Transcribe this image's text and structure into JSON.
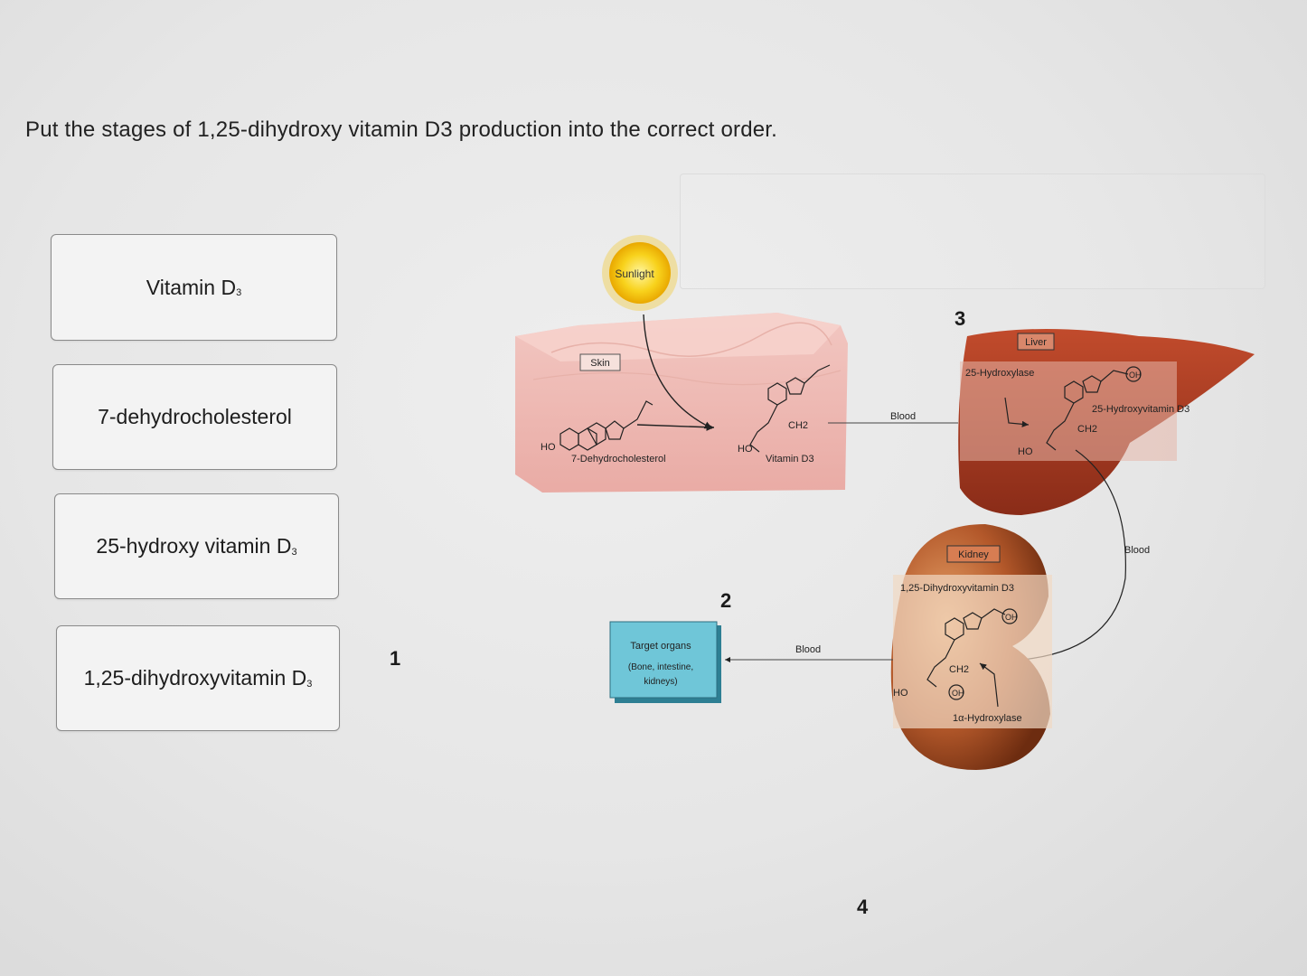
{
  "question": "Put the stages of 1,25-dihydroxy vitamin D3 production into the correct order.",
  "cards": [
    {
      "label": "Vitamin D",
      "sub": "3"
    },
    {
      "label": "7-dehydrocholesterol",
      "sub": ""
    },
    {
      "label": "25-hydroxy vitamin D",
      "sub": "3"
    },
    {
      "label": "1,25-dihydroxyvitamin D",
      "sub": "3"
    }
  ],
  "slots": [
    "1",
    "2",
    "3",
    "4"
  ],
  "diagram": {
    "sunlight": "Sunlight",
    "skin": "Skin",
    "ho": "HO",
    "dehydro": "7-Dehydrocholesterol",
    "vitd3": "Vitamin D3",
    "ch2": "CH2",
    "blood": "Blood",
    "liver": "Liver",
    "hydroxylase25": "25-Hydroxylase",
    "hydroxyvitd3": "25-Hydroxyvitamin D3",
    "oh": "OH",
    "kidney": "Kidney",
    "dihydroxyvitd3": "1,25-Dihydroxyvitamin D3",
    "alpha_hydroxylase": "1α-Hydroxylase",
    "target_title": "Target organs",
    "target_line1": "(Bone, intestine,",
    "target_line2": "kidneys)"
  }
}
